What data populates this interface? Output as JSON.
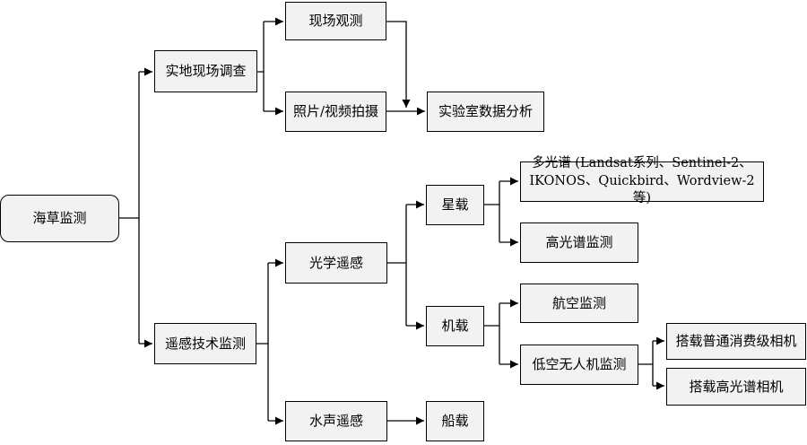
{
  "nodes": {
    "root": "海草监测",
    "field": "实地现场调查",
    "obs": "现场观测",
    "photo": "照片/视频拍摄",
    "lab": "实验室数据分析",
    "remote": "遥感技术监测",
    "optical": "光学遥感",
    "sonar": "水声遥感",
    "ship": "船载",
    "satellite": "星载",
    "airborne": "机载",
    "multi_line1": "多光谱 (Landsat系列、Sentinel-2、",
    "multi_line2": "IKONOS、Quickbird、Wordview-2等)",
    "hyper": "高光谱监测",
    "aviation": "航空监测",
    "uav": "低空无人机监测",
    "consumer_cam": "搭载普通消费级相机",
    "hyper_cam": "搭载高光谱相机"
  }
}
